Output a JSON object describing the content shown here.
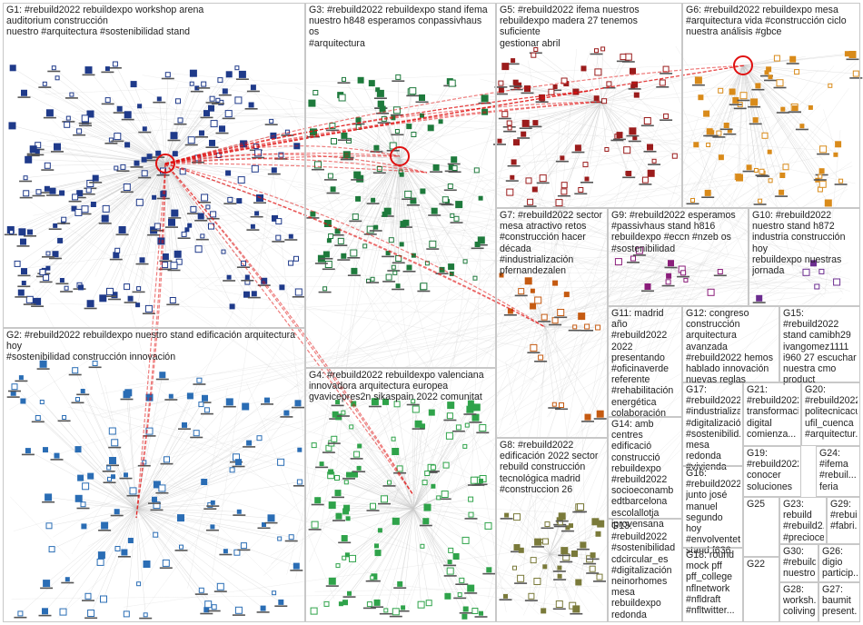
{
  "colors": {
    "background": "#ffffff",
    "group_border": "#c8c8c8",
    "label_text": "#222222",
    "edge_default": "#c9c9c9",
    "edge_highlight": "#e01010",
    "groups": {
      "G1": "#1f3a8a",
      "G2": "#2a6db5",
      "G3": "#1e7a3c",
      "G4": "#2fa34a",
      "G5": "#9b1c1c",
      "G6": "#d98b1a",
      "G7": "#c55a11",
      "G8": "#7a7a3a",
      "G9": "#8a1d7a",
      "G10": "#6b2c8f"
    }
  },
  "groups": [
    {
      "id": "G1",
      "label": "G1: #rebuild2022 rebuildexpo workshop arena auditorium construcción\nnuestro #arquitectura #sostenibilidad stand"
    },
    {
      "id": "G2",
      "label": "G2: #rebuild2022 rebuildexpo nuestro stand edificación arquitectura hoy\n#sostenibilidad construcción innovación"
    },
    {
      "id": "G3",
      "label": "G3: #rebuild2022 rebuildexpo stand ifema\nnuestro h848 esperamos conpassivhaus os\n#arquitectura"
    },
    {
      "id": "G4",
      "label": "G4: #rebuild2022 rebuildexpo valenciana\ninnovadora arquitectura europea\ngvavicepres2n sikaspain 2022 comunitat"
    },
    {
      "id": "G5",
      "label": "G5: #rebuild2022 ifema nuestros\nrebuildexpo madera 27 tenemos suficiente\ngestionar abril"
    },
    {
      "id": "G6",
      "label": "G6: #rebuild2022 rebuildexpo mesa\n#arquitectura vida #construcción ciclo\nnuestra análisis #gbce"
    },
    {
      "id": "G7",
      "label": "G7: #rebuild2022 sector\nmesa atractivo retos\n#construcción hacer\ndécada #industrialización\npfernandezalen"
    },
    {
      "id": "G8",
      "label": "G8: #rebuild2022\nedificación 2022 sector\nrebuild construcción\ntecnológica madrid\n#construccion 26"
    },
    {
      "id": "G9",
      "label": "G9: #rebuild2022 esperamos\n#passivhaus stand h816\nrebuildexpo #eccn #nzeb os\n#sostenibilidad"
    },
    {
      "id": "G10",
      "label": "G10: #rebuild2022\nnuestro stand h872\nindustria construcción hoy\nrebuildexpo nuestras\njornada"
    },
    {
      "id": "G11",
      "label": "G11: madrid año\n#rebuild2022\n2022\npresentando\n#oficinaverde\nreferente\n#rehabilitación\nenergética\ncolaboración"
    },
    {
      "id": "G12",
      "label": "G12: congreso\nconstrucción\narquitectura avanzada\n#rebuild2022 hemos\nhablado innovación\nnuevas reglas"
    },
    {
      "id": "G13",
      "label": "G13:\n#rebuild2022\n#sostenibilidad\ncdcircular_es\n#digitalización\nneinorhomes\nmesa\nrebuildexpo\nredonda"
    },
    {
      "id": "G14",
      "label": "G14: amb\ncentres edificació\nconstrucció\nrebuildexpo\n#rebuild2022\nsocioeconamb\nedtbarcelona\nescolallotja\niprovensana"
    },
    {
      "id": "G15",
      "label": "G15: #rebuild2022\nstand camibh29\nivangomez1111\ni960 27 escuchar\nnuestra cmo\nproduct"
    },
    {
      "id": "G16",
      "label": "G16:\n#rebuild2022\njunto josé\nmanuel\nsegundo hoy\n#envolventet...\nstand f636"
    },
    {
      "id": "G17",
      "label": "G17:\n#rebuild2022\n#industrializa...\n#digitalización\n#sostenibilid...\nmesa redonda\n#vivienda"
    },
    {
      "id": "G18",
      "label": "G18: round\nmock pff\npff_college\nnflnetwork\n#nfldraft\n#nfltwitter..."
    },
    {
      "id": "G19",
      "label": "G19:\n#rebuild2022\nconocer\nsoluciones"
    },
    {
      "id": "G20",
      "label": "G20:\n#rebuild2022\npolitecnicacu\nufil_cuenca\n#arquitectur..."
    },
    {
      "id": "G21",
      "label": "G21:\n#rebuild2022\ntransformaci...\ndigital\ncomienza..."
    },
    {
      "id": "G22",
      "label": "G22"
    },
    {
      "id": "G23",
      "label": "G23:\nrebuild\n#rebuild2...\n#precioce..."
    },
    {
      "id": "G24",
      "label": "G24:\n#ifema\n#rebuil...\nferia"
    },
    {
      "id": "G25",
      "label": "G25"
    },
    {
      "id": "G26",
      "label": "G26:\ndigio\nparticip..."
    },
    {
      "id": "G27",
      "label": "G27:\nbaumit\npresent..."
    },
    {
      "id": "G28",
      "label": "G28:\nworksh...\ncoliving..."
    },
    {
      "id": "G29",
      "label": "G29:\n#rebui...\n#fabri..."
    },
    {
      "id": "G30",
      "label": "G30:\n#rebuild...\nnuestro..."
    }
  ]
}
